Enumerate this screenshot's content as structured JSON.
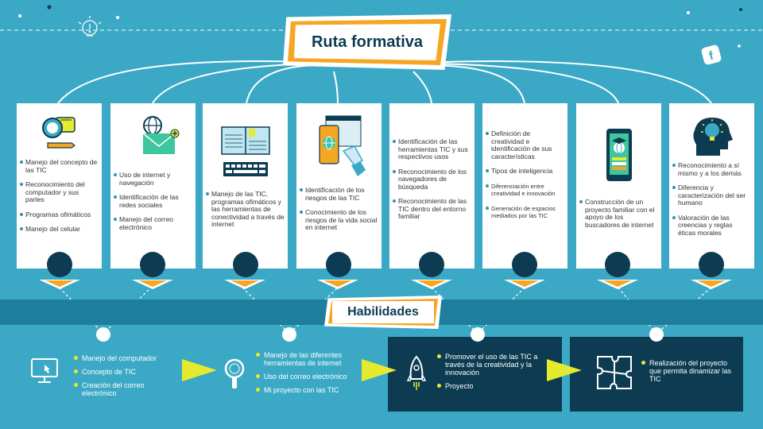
{
  "title": "Ruta formativa",
  "skills_title": "Habilidades",
  "columns": [
    {
      "icon": "chat-magnifier-icon",
      "items": [
        "Manejo del concepto de las TIC",
        "Reconocimiento del computador y sus partes",
        "Programas ofimáticos",
        "Manejo del celular"
      ]
    },
    {
      "icon": "globe-mail-icon",
      "items": [
        "Uso de internet y navegación",
        "Identificación de las redes sociales",
        "Manejo del correo electrónico"
      ]
    },
    {
      "icon": "book-keyboard-icon",
      "items": [
        "Manejo de las TIC, programas ofimáticos y las herramientas de conectividad a través de internet"
      ]
    },
    {
      "icon": "mobile-globe-hand-icon",
      "items": [
        "Identificación de los riesgos de las TIC",
        "Conocimiento de los riesgos de la vida social en internet"
      ]
    },
    {
      "icon": "",
      "items": [
        "Identificación de las herramientas TIC y sus respectivos usos",
        "Reconocimiento de los navegadores de búsqueda",
        "Reconocimiento de las TIC dentro del entorno familiar"
      ]
    },
    {
      "icon": "",
      "items": [
        "Definición de creatividad e identificación de sus características",
        "Tipos de inteligencia",
        "Diferenciación entre creatividad e innovación",
        "Generación de espacios mediados por las TIC"
      ]
    },
    {
      "icon": "phone-graduation-icon",
      "items": [
        "Construcción de un proyecto familiar con el apoyo de los buscadores de internet"
      ]
    },
    {
      "icon": "head-bulb-icon",
      "items": [
        "Reconocimiento a sí mismo y a los demás",
        "Diferencia y caracterización del ser humano",
        "Valoración de las creencias y reglas éticas morales"
      ]
    }
  ],
  "skills": [
    {
      "icon": "computer-monitor-icon",
      "items": [
        "Manejo del computador",
        "Concepto de TIC",
        "Creación del correo electrónico"
      ]
    },
    {
      "icon": "magnifier-icon",
      "items": [
        "Manejo de las diferentes herramientas de internet",
        "Uso del correo electrónico",
        "Mi proyecto con las TIC"
      ]
    },
    {
      "icon": "rocket-icon",
      "items": [
        "Promover el uso de las TIC a través de la creatividad y la innovación",
        "Proyecto"
      ]
    },
    {
      "icon": "puzzle-icon",
      "items": [
        "Realización del proyecto que permita dinamizar las TIC"
      ]
    }
  ],
  "colors": {
    "background": "#3ba9c5",
    "dark": "#0c3b52",
    "orange": "#f5a623",
    "yellow": "#e6ea2f",
    "band": "#1e7e9b"
  }
}
